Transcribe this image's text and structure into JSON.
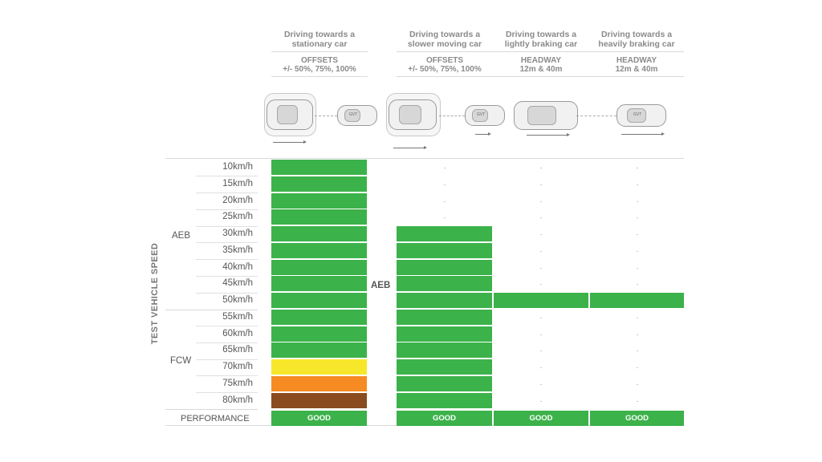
{
  "columns": [
    {
      "title": "Driving towards a stationary car",
      "title_l1": "Driving towards a",
      "title_l2": "stationary car",
      "sub_l1": "OFFSETS",
      "sub_l2": "+/- 50%, 75%, 100%"
    },
    {
      "title": "Driving towards a slower moving car",
      "title_l1": "Driving towards a",
      "title_l2": "slower moving car",
      "sub_l1": "OFFSETS",
      "sub_l2": "+/- 50%, 75%, 100%"
    },
    {
      "title": "Driving towards a lightly braking car",
      "title_l1": "Driving towards a",
      "title_l2": "lightly braking car",
      "sub_l1": "HEADWAY",
      "sub_l2": "12m & 40m"
    },
    {
      "title": "Driving towards a heavily braking car",
      "title_l1": "Driving towards a",
      "title_l2": "heavily braking car",
      "sub_l1": "HEADWAY",
      "sub_l2": "12m & 40m"
    }
  ],
  "car_label": "GVT",
  "axis_label": "TEST VEHICLE SPEED",
  "groups": {
    "aeb": "AEB",
    "fcw": "FCW",
    "middle": "AEB"
  },
  "speeds": [
    "10km/h",
    "15km/h",
    "20km/h",
    "25km/h",
    "30km/h",
    "35km/h",
    "40km/h",
    "45km/h",
    "50km/h",
    "55km/h",
    "60km/h",
    "65km/h",
    "70km/h",
    "75km/h",
    "80km/h"
  ],
  "colors": {
    "green": "#3cb24a",
    "yellow": "#f7e72a",
    "orange": "#f58b22",
    "brown": "#8a4b1e"
  },
  "cells": [
    [
      "green",
      "green",
      "green",
      "green",
      "green",
      "green",
      "green",
      "green",
      "green",
      "green",
      "green",
      "green",
      "yellow",
      "orange",
      "brown"
    ],
    [
      "none",
      "none",
      "none",
      "none",
      "green",
      "green",
      "green",
      "green",
      "green",
      "green",
      "green",
      "green",
      "green",
      "green",
      "green"
    ],
    [
      "none",
      "none",
      "none",
      "none",
      "none",
      "none",
      "none",
      "none",
      "green",
      "none",
      "none",
      "none",
      "none",
      "none",
      "none"
    ],
    [
      "none",
      "none",
      "none",
      "none",
      "none",
      "none",
      "none",
      "none",
      "green",
      "none",
      "none",
      "none",
      "none",
      "none",
      "none"
    ]
  ],
  "performance": {
    "label": "PERFORMANCE",
    "values": [
      "GOOD",
      "GOOD",
      "GOOD",
      "GOOD"
    ]
  }
}
